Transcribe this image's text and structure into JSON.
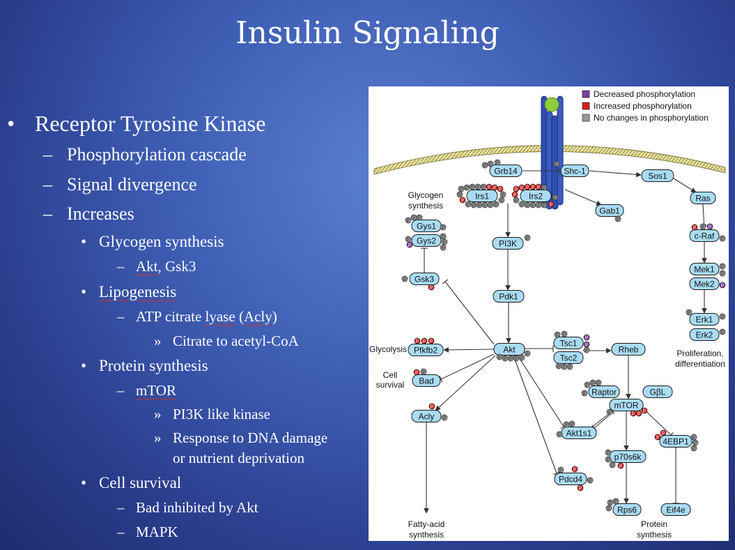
{
  "title": "Insulin Signaling",
  "bullets": {
    "rtk": "Receptor Tyrosine Kinase",
    "phospho": "Phosphorylation cascade",
    "divergence": "Signal divergence",
    "increases": "Increases",
    "glycogen": "Glycogen synthesis",
    "akt_gsk3_a": "Akt",
    "akt_gsk3_b": ", Gsk3",
    "lipogenesis": "Lipogenesis",
    "atp_1": "ATP citrate ",
    "atp_2": "lyase",
    "atp_3": " (",
    "atp_4": "Acly",
    "atp_5": ")",
    "citrate": "Citrate to acetyl-CoA",
    "protein": "Protein synthesis",
    "mtor": "mTOR",
    "pi3k_like": "PI3K like kinase",
    "dna_1": "Response to DNA damage",
    "dna_2": "or nutrient deprivation",
    "survival": "Cell survival",
    "bad_akt": "Bad inhibited by Akt",
    "mapk": "MAPK"
  },
  "bullet_glyphs": {
    "l0": "•",
    "l1": "–",
    "l2": "•",
    "l3": "–",
    "l4": "»"
  },
  "diagram": {
    "legend": [
      {
        "label": "Decreased phosphorylation",
        "color": "#7b3fa0"
      },
      {
        "label": "Increased phosphorylation",
        "color": "#d42020"
      },
      {
        "label": "No changes in phosphorylation",
        "color": "#9a9a9a"
      }
    ],
    "nodes": {
      "grb14": "Grb14",
      "shc1": "Shc-1",
      "sos1": "Sos1",
      "irs1": "Irs1",
      "irs2": "Irs2",
      "gab1": "Gab1",
      "ras": "Ras",
      "gys1": "Gys1",
      "gys2": "Gys2",
      "pi3k": "PI3K",
      "craf": "c-Raf",
      "mek1": "Mek1",
      "mek2": "Mek2",
      "gsk3": "Gsk3",
      "pdk1": "Pdk1",
      "erk1": "Erk1",
      "erk2": "Erk2",
      "pfkfb2": "Pfkfb2",
      "akt": "Akt",
      "tsc1": "Tsc1",
      "tsc2": "Tsc2",
      "rheb": "Rheb",
      "bad": "Bad",
      "raptor": "Raptor",
      "gbl": "GβL",
      "mtor": "mTOR",
      "acly": "Acly",
      "akt1s1": "Akt1s1",
      "ebp1": "4EBP1",
      "p70s6k": "p70s6k",
      "pdcd4": "Pdcd4",
      "rps6": "Rps6",
      "eif4e": "Eif4e"
    },
    "labels": {
      "glycogen1": "Glycogen",
      "glycogen2": "synthesis",
      "glycolysis": "Glycolysis",
      "cell1": "Cell",
      "cell2": "survival",
      "prolif1": "Proliferation,",
      "prolif2": "differentiation",
      "fatty1": "Fatty-acid",
      "fatty2": "synthesis",
      "protein1": "Protein",
      "protein2": "synthesis"
    },
    "phospho_letter": "p"
  }
}
